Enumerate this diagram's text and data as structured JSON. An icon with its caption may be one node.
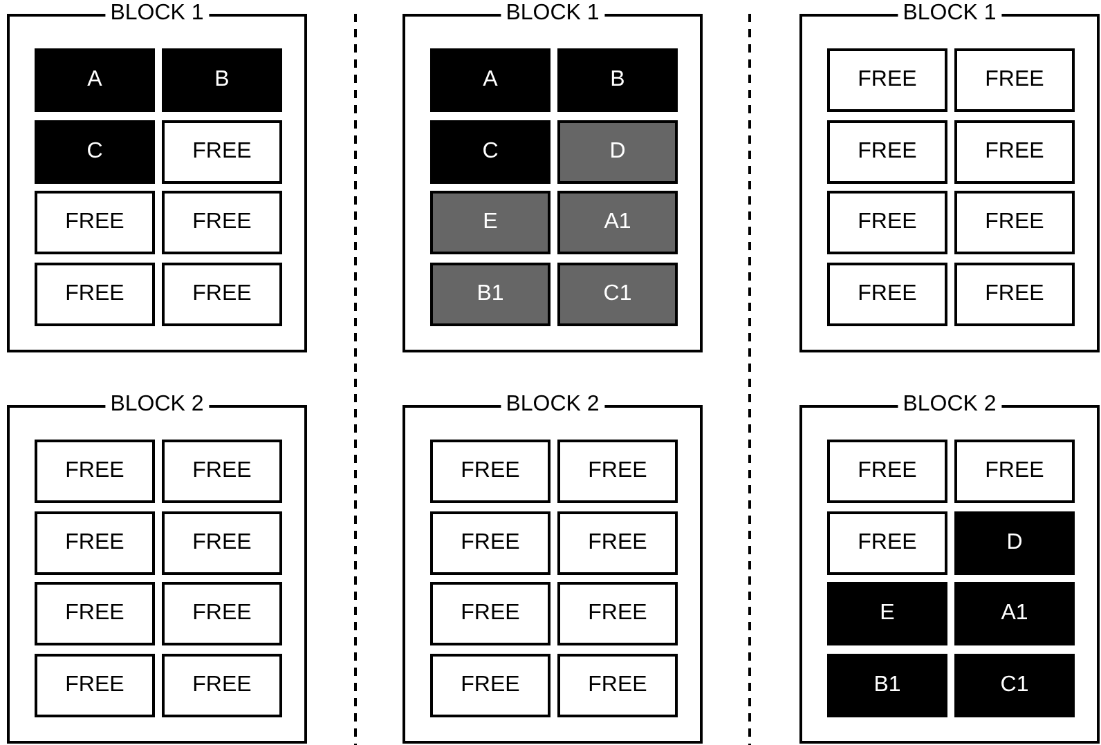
{
  "diagram": {
    "nodes": [
      {
        "text": [
          "BLOCK 1"
        ]
      },
      {
        "text": [
          "A"
        ],
        "in": 0
      },
      {
        "text": [
          "B"
        ],
        "in": 0
      },
      {
        "text": [
          "C"
        ],
        "in": 0
      },
      {
        "text": [
          "FREE"
        ],
        "in": 0
      },
      {
        "text": [
          "FREE"
        ],
        "in": 0
      },
      {
        "text": [
          "FREE"
        ],
        "in": 0
      },
      {
        "text": [
          "FREE"
        ],
        "in": 0
      },
      {
        "text": [
          "FREE"
        ],
        "in": 0
      },
      {
        "text": [
          "BLOCK 1"
        ]
      },
      {
        "text": [
          "A"
        ],
        "in": 9
      },
      {
        "text": [
          "B"
        ],
        "in": 9
      },
      {
        "text": [
          "C"
        ],
        "in": 9
      },
      {
        "text": [
          "D"
        ],
        "in": 9
      },
      {
        "text": [
          "E"
        ],
        "in": 9
      },
      {
        "text": [
          "A1"
        ],
        "in": 9
      },
      {
        "text": [
          "B1"
        ],
        "in": 9
      },
      {
        "text": [
          "C1"
        ],
        "in": 9
      },
      {
        "text": [
          "BLOCK 1"
        ]
      },
      {
        "text": [
          "FREE"
        ],
        "in": 18
      },
      {
        "text": [
          "FREE"
        ],
        "in": 18
      },
      {
        "text": [
          "FREE"
        ],
        "in": 18
      },
      {
        "text": [
          "FREE"
        ],
        "in": 18
      },
      {
        "text": [
          "FREE"
        ],
        "in": 18
      },
      {
        "text": [
          "FREE"
        ],
        "in": 18
      },
      {
        "text": [
          "FREE"
        ],
        "in": 18
      },
      {
        "text": [
          "FREE"
        ],
        "in": 18
      },
      {
        "text": [
          "BLOCK 2"
        ]
      },
      {
        "text": [
          "FREE"
        ],
        "in": 27
      },
      {
        "text": [
          "FREE"
        ],
        "in": 27
      },
      {
        "text": [
          "FREE"
        ],
        "in": 27
      },
      {
        "text": [
          "FREE"
        ],
        "in": 27
      },
      {
        "text": [
          "FREE"
        ],
        "in": 27
      },
      {
        "text": [
          "FREE"
        ],
        "in": 27
      },
      {
        "text": [
          "FREE"
        ],
        "in": 27
      },
      {
        "text": [
          "FREE"
        ],
        "in": 27
      },
      {
        "text": [
          "BLOCK 2"
        ]
      },
      {
        "text": [
          "FREE"
        ],
        "in": 36
      },
      {
        "text": [
          "FREE"
        ],
        "in": 36
      },
      {
        "text": [
          "FREE"
        ],
        "in": 36
      },
      {
        "text": [
          "FREE"
        ],
        "in": 36
      },
      {
        "text": [
          "FREE"
        ],
        "in": 36
      },
      {
        "text": [
          "FREE"
        ],
        "in": 36
      },
      {
        "text": [
          "FREE"
        ],
        "in": 36
      },
      {
        "text": [
          "FREE"
        ],
        "in": 36
      },
      {
        "text": [
          "BLOCK 2"
        ]
      },
      {
        "text": [
          "FREE"
        ],
        "in": 45
      },
      {
        "text": [
          "FREE"
        ],
        "in": 45
      },
      {
        "text": [
          "FREE"
        ],
        "in": 45
      },
      {
        "text": [
          "D"
        ],
        "in": 45
      },
      {
        "text": [
          "E"
        ],
        "in": 45
      },
      {
        "text": [
          "A1"
        ],
        "in": 45
      },
      {
        "text": [
          "B1"
        ],
        "in": 45
      },
      {
        "text": [
          "C1"
        ],
        "in": 45
      }
    ]
  }
}
